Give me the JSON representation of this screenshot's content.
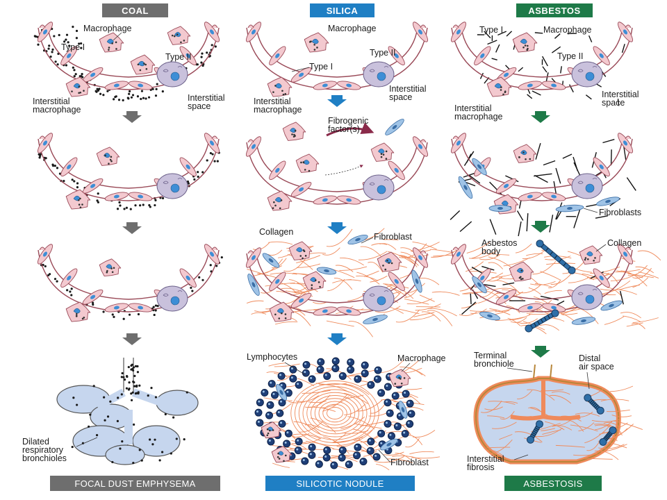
{
  "colors": {
    "coal": "#6e6e6e",
    "silica": "#1f7fc4",
    "asbestos": "#1e7a48",
    "cell_pink": "#f3c9cf",
    "cell_outline": "#9a4a58",
    "nucleus": "#3d8ed6",
    "type2_cell": "#c9c1dc",
    "collagen": "#ef8a5b",
    "airspace": "#c6d6ee"
  },
  "columns": [
    {
      "id": "coal",
      "header": "COAL",
      "footer": "FOCAL DUST EMPHYSEMA",
      "stage1_labels": {
        "macrophage": "Macrophage",
        "type1": "Type I",
        "type2": "Type II",
        "interstitial_macrophage": "Interstitial\nmacrophage",
        "interstitial_space": "Interstitial\nspace"
      },
      "final_labels": {
        "dilated": "Dilated\nrespiratory\nbronchioles"
      }
    },
    {
      "id": "silica",
      "header": "SILICA",
      "footer": "SILICOTIC NODULE",
      "stage1_labels": {
        "macrophage": "Macrophage",
        "type1": "Type I",
        "type2": "Type II",
        "interstitial_macrophage": "Interstitial\nmacrophage",
        "interstitial_space": "Interstitial\nspace"
      },
      "stage2_labels": {
        "fibrogenic": "Fibrogenic\nfactor(s)"
      },
      "stage3_labels": {
        "collagen": "Collagen",
        "fibroblast": "Fibroblast"
      },
      "final_labels": {
        "lymphocytes": "Lymphocytes",
        "macrophage": "Macrophage",
        "fibroblast": "Fibroblast"
      }
    },
    {
      "id": "asbestos",
      "header": "ASBESTOS",
      "footer": "ASBESTOSIS",
      "stage1_labels": {
        "macrophage": "Macrophage",
        "type1": "Type I",
        "type2": "Type II",
        "interstitial_macrophage": "Interstitial\nmacrophage",
        "interstitial_space": "Interstitial\nspace"
      },
      "stage2_labels": {
        "fibroblasts": "Fibroblasts"
      },
      "stage3_labels": {
        "asbestos_body": "Asbestos\nbody",
        "collagen": "Collagen"
      },
      "final_labels": {
        "terminal_bronchiole": "Terminal\nbronchiole",
        "distal_air_space": "Distal\nair space",
        "interstitial_fibrosis": "Interstitial\nfibrosis"
      }
    }
  ]
}
